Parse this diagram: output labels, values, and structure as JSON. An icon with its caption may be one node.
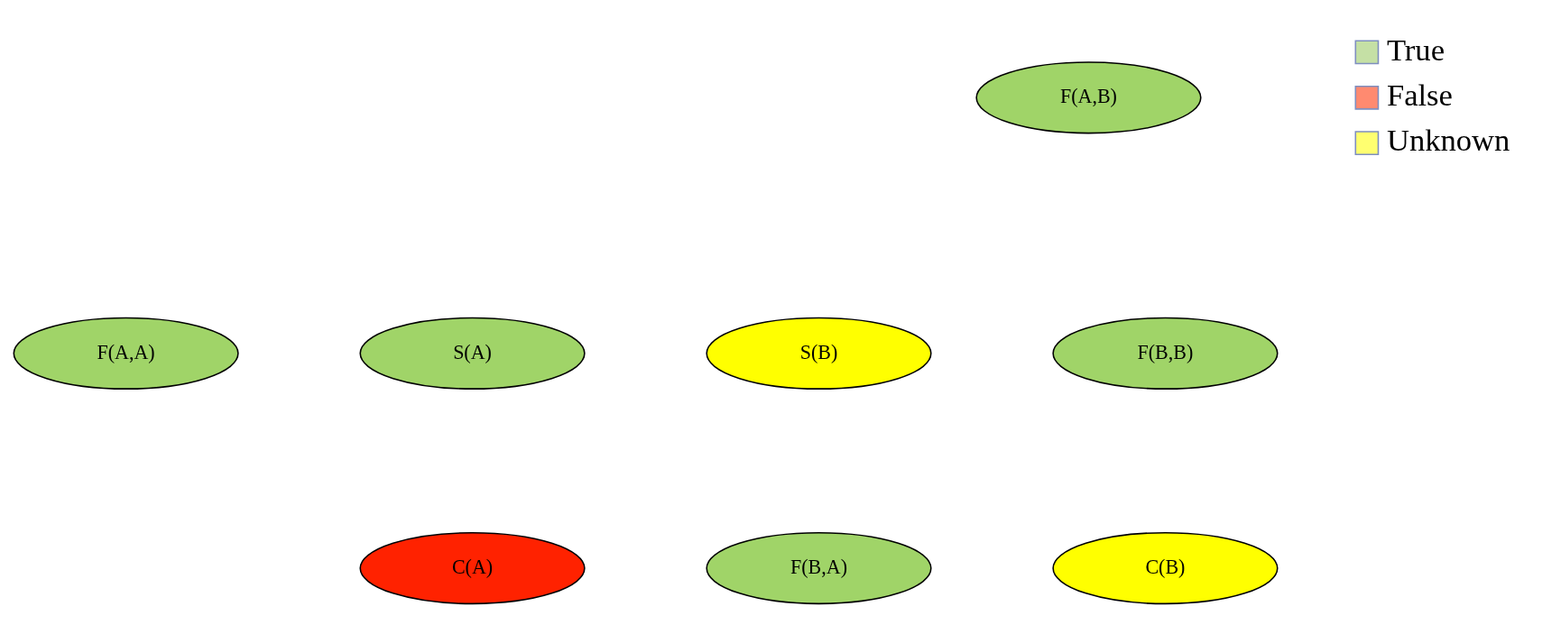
{
  "diagram": {
    "nodes": [
      {
        "text": [
          "F(A,B)"
        ]
      },
      {
        "text": [
          "F(A,A)"
        ]
      },
      {
        "text": [
          "S(A)"
        ]
      },
      {
        "text": [
          "S(B)"
        ]
      },
      {
        "text": [
          "F(B,B)"
        ]
      },
      {
        "text": [
          "C(A)"
        ]
      },
      {
        "text": [
          "F(B,A)"
        ]
      },
      {
        "text": [
          "C(B)"
        ]
      }
    ],
    "edges": [],
    "legend": [
      {
        "text": "True",
        "color": "#c5e0a5"
      },
      {
        "text": "False",
        "color": "#ff8a70"
      },
      {
        "text": "Unknown",
        "color": "#ffff70"
      }
    ]
  }
}
